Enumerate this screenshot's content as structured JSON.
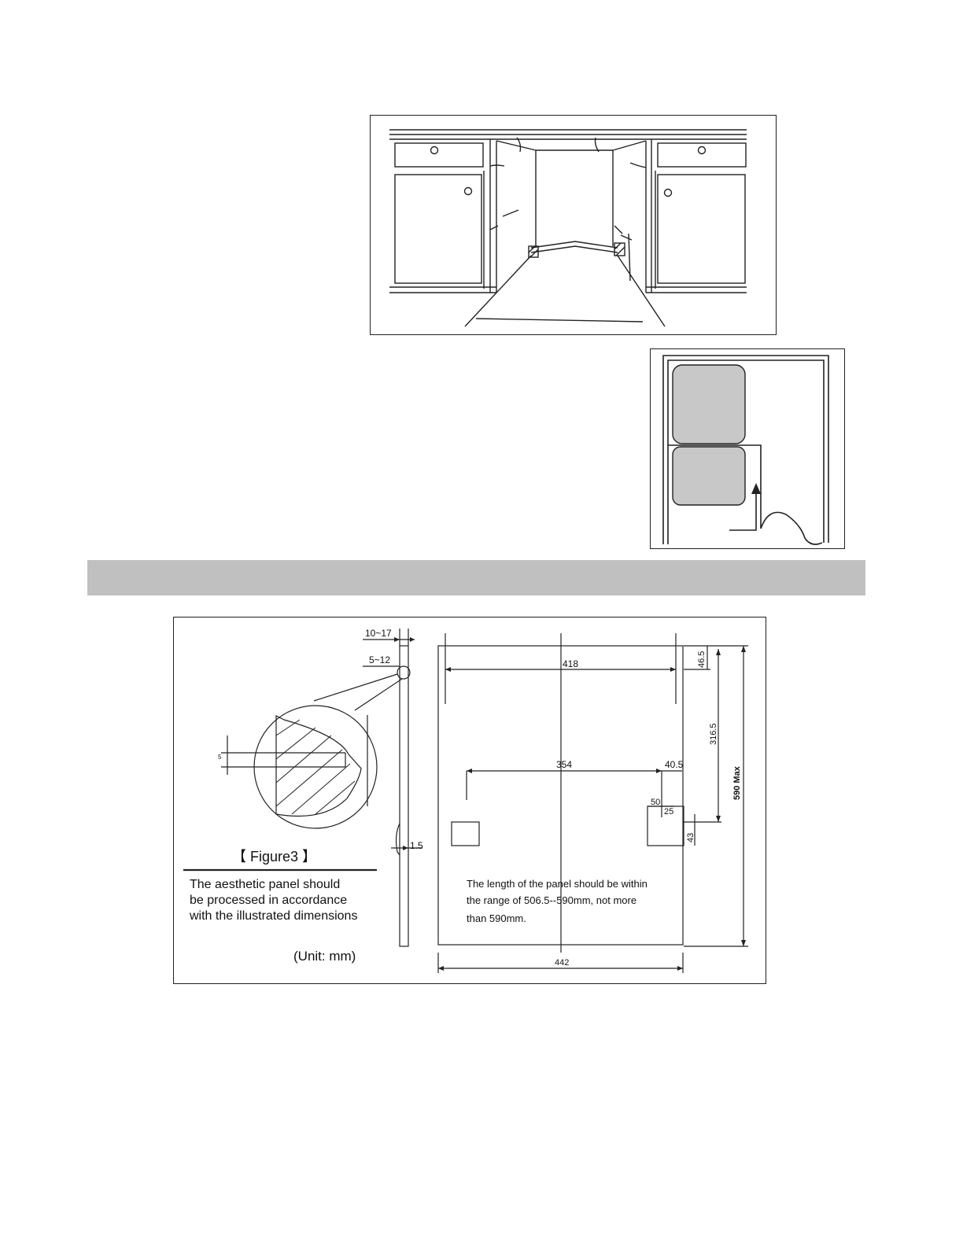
{
  "panel_figure": {
    "figure_label": "【 Figure3 】",
    "caption_lines": [
      "The aesthetic panel should",
      "be processed in accordance",
      "with the illustrated dimensions"
    ],
    "unit": "(Unit: mm)",
    "note_lines": [
      "The length of the panel should be within",
      "the range of 506.5--590mm, not more",
      "than 590mm."
    ],
    "dimensions": {
      "gap_10_17": "10~17",
      "gap_5_12": "5~12",
      "thickness_1_5": "1.5",
      "width_418": "418",
      "width_354": "354",
      "offset_40_5": "40.5",
      "hole_50": "50",
      "hole_25": "25",
      "top_46_5": "46.5",
      "height_316_5": "316.5",
      "max_590": "590 Max",
      "bottom_43": "43",
      "width_442": "442",
      "detail_small": "5"
    }
  }
}
